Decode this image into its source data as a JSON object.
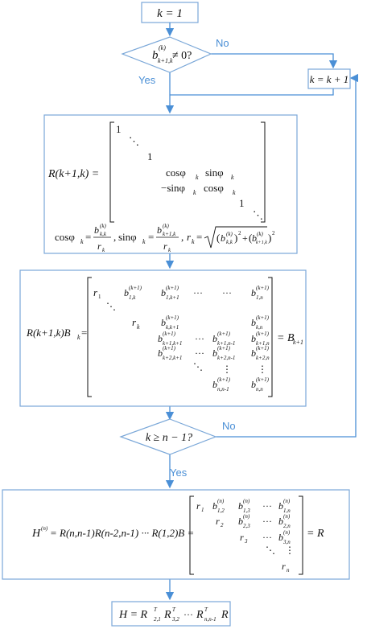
{
  "start": {
    "text": "k = 1"
  },
  "decision1": {
    "text": "b",
    "sup": "(k)",
    "sub": "k+1,k",
    "rest": "≠ 0?"
  },
  "increment": {
    "text": "k = k + 1"
  },
  "labels": {
    "no1": "No",
    "yes1": "Yes",
    "no2": "No",
    "yes2": "Yes"
  },
  "givens": {
    "lhs": "R(k+1,k) =",
    "diag_one": "1",
    "cos": "cosφ",
    "sin": "sinφ",
    "nsin": "−sinφ",
    "k": "k",
    "dots": "⋱",
    "def_cos": "cosφ",
    "def_sin": "sinφ",
    "def_r": "r",
    "b": "b",
    "sup_k": "(k)",
    "sub_kk": "k,k",
    "sub_k1k": "k+1,k"
  },
  "update": {
    "lhs": "R(k+1,k)B",
    "lhs_sub": "k",
    "rhs": "= B",
    "rhs_sub": "k+1",
    "r": "r",
    "b": "b",
    "sup": "(k+1)",
    "cells": [
      "1,k",
      "1,k+1",
      "1,n",
      "k,k+1",
      "k,n",
      "k+1,k+1",
      "k+1,n-1",
      "k+1,n",
      "k+2,k+1",
      "k+2,n-1",
      "k+2,n",
      "n,n-1",
      "n,n"
    ],
    "hdots": "···",
    "vdots": "⋮"
  },
  "decision2": {
    "text": "k ≥ n − 1?"
  },
  "final_h": {
    "lhs": "H",
    "lhs_sup": "(n)",
    "expr": "= R(n,n-1)R(n-2,n-1) ··· R(1,2)B =",
    "rhs": "= R",
    "r": "r",
    "b": "b",
    "sup": "(n)",
    "cells": [
      "1,2",
      "1,3",
      "1,n",
      "2,3",
      "2,n",
      "3,n"
    ],
    "rsubs": [
      "1",
      "2",
      "3",
      "n"
    ]
  },
  "result": {
    "lhs": "H = R",
    "sups": [
      "T",
      "T",
      "T"
    ],
    "subs": [
      "2,1",
      "3,2",
      "n,n-1"
    ],
    "dots": "···",
    "tail": "R"
  },
  "colors": {
    "box_border": "#7aa7d8",
    "arrow": "#4a8fd6",
    "label": "#4a8fd6"
  }
}
